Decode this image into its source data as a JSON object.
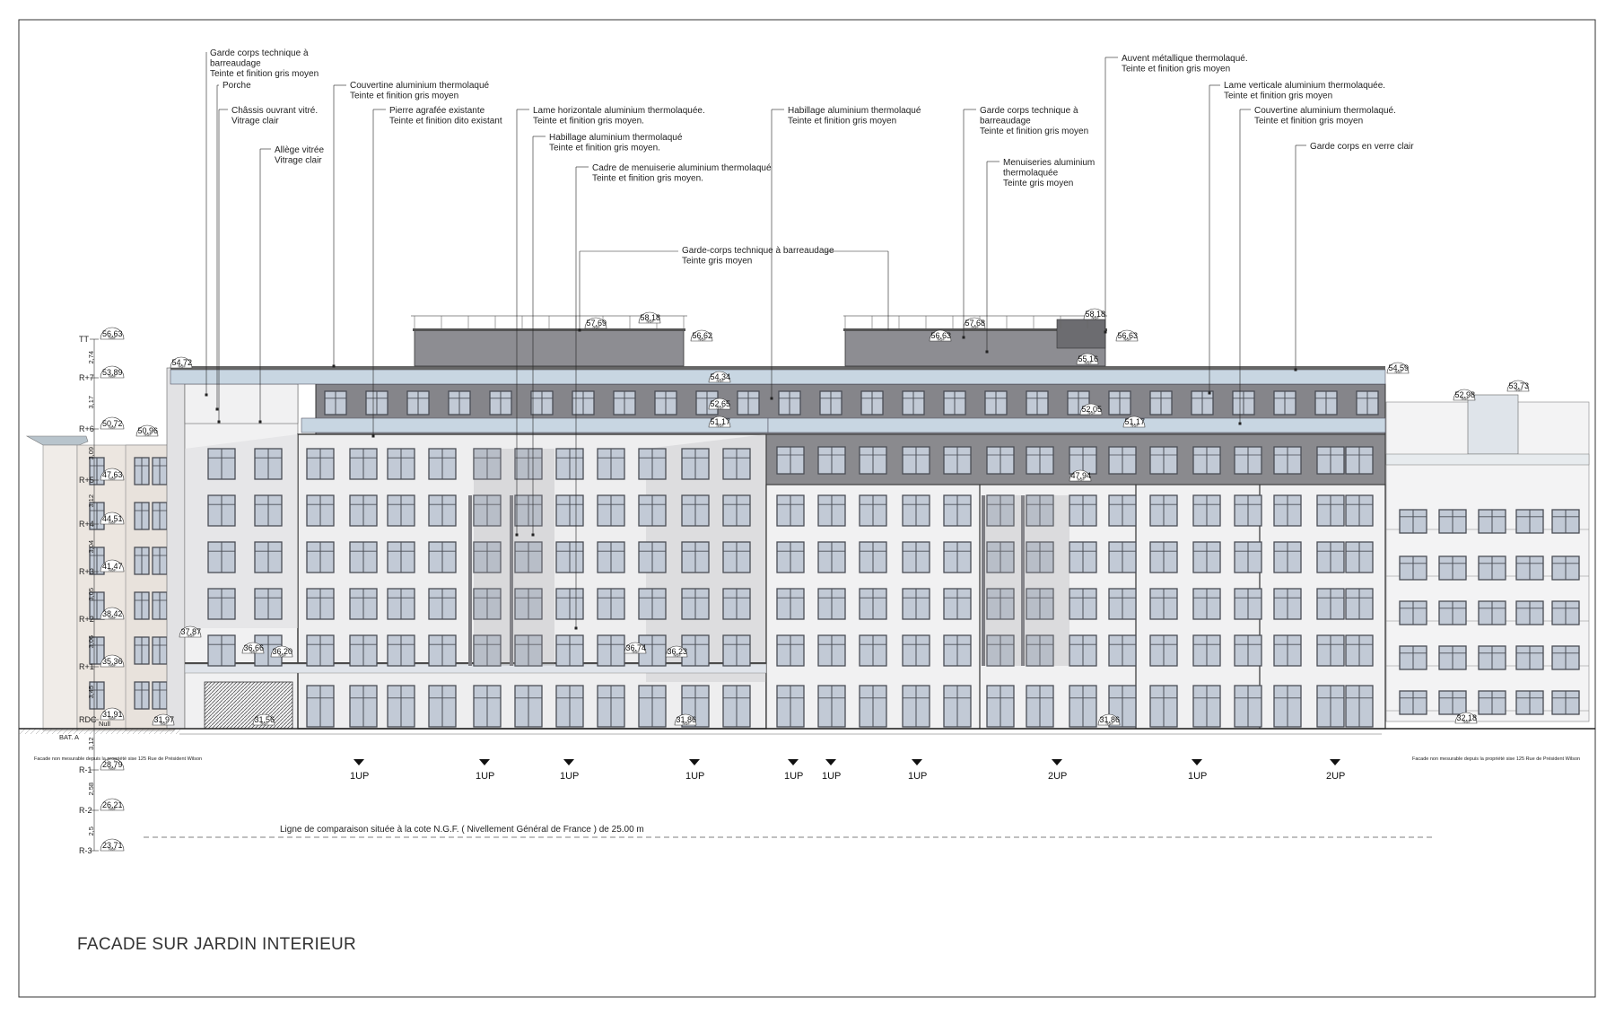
{
  "title": "FACADE SUR JARDIN INTERIEUR",
  "colors": {
    "cladding": "#8a8a8e",
    "cladding_dark": "#6f6f73",
    "window_glass": "#c2cad6",
    "window_frame": "#4a4d55",
    "stone_facade": "#eeeeef",
    "stone_shadow": "#d6d6d8",
    "glass_guard": "#c8d6e2",
    "ground_hatch": "#555555"
  },
  "annotations": [
    {
      "id": "a1",
      "lines": [
        "Garde corps technique à",
        "barreaudage",
        "Teinte et finition gris moyen"
      ]
    },
    {
      "id": "a2",
      "lines": [
        "Porche"
      ]
    },
    {
      "id": "a3",
      "lines": [
        "Châssis ouvrant vitré.",
        "Vitrage clair"
      ]
    },
    {
      "id": "a4",
      "lines": [
        "Allège vitrée",
        "Vitrage clair"
      ]
    },
    {
      "id": "a5",
      "lines": [
        "Couvertine aluminium thermolaqué",
        "Teinte et finition gris moyen"
      ]
    },
    {
      "id": "a6",
      "lines": [
        "Pierre agrafée existante",
        "Teinte et finition dito existant"
      ]
    },
    {
      "id": "a7",
      "lines": [
        "Lame horizontale aluminium thermolaquée.",
        "Teinte et finition gris moyen."
      ]
    },
    {
      "id": "a8",
      "lines": [
        "Habillage aluminium thermolaqué",
        "Teinte et finition gris moyen."
      ]
    },
    {
      "id": "a9",
      "lines": [
        "Cadre de menuiserie aluminium thermolaqué",
        "Teinte et finition gris moyen."
      ]
    },
    {
      "id": "a10",
      "lines": [
        "Garde-corps technique à barreaudage",
        "Teinte gris moyen"
      ]
    },
    {
      "id": "a11",
      "lines": [
        "Habillage aluminium thermolaqué",
        "Teinte et finition gris moyen"
      ]
    },
    {
      "id": "a12",
      "lines": [
        "Garde corps technique à",
        "barreaudage",
        "Teinte et finition gris moyen"
      ]
    },
    {
      "id": "a13",
      "lines": [
        "Menuiseries aluminium",
        "thermolaquée",
        "Teinte gris moyen"
      ]
    },
    {
      "id": "a14",
      "lines": [
        "Auvent métallique thermolaqué.",
        "Teinte et finition gris moyen"
      ]
    },
    {
      "id": "a15",
      "lines": [
        "Lame verticale aluminium thermolaquée.",
        "Teinte et finition gris moyen"
      ]
    },
    {
      "id": "a16",
      "lines": [
        "Couvertine aluminium thermolaqué.",
        "Teinte et finition gris moyen"
      ]
    },
    {
      "id": "a17",
      "lines": [
        "Garde corps en verre clair"
      ]
    }
  ],
  "levels": [
    "TT",
    "R+7",
    "R+6",
    "R+5",
    "R+4",
    "R+3",
    "R+2",
    "R+1",
    "RDC",
    "R-1",
    "R-2",
    "R-3"
  ],
  "level_marks": [
    "56,63",
    "53,89",
    "50,72",
    "47,63",
    "44,51",
    "41,47",
    "38,42",
    "35,36",
    "31,91",
    "28,79",
    "26,21",
    "23,71"
  ],
  "floor_heights": [
    "2,74",
    "3,17",
    "3,09",
    "3,12",
    "3,04",
    "3,05",
    "3,06",
    "3,45",
    "3,12",
    "2,58",
    "2,5"
  ],
  "bat_label": "BAT. A",
  "null_label": "Null",
  "ngf_label": "NGF",
  "elevation_marks": [
    "54,72",
    "50,96",
    "37,87",
    "36,66",
    "36,20",
    "31,97",
    "31,56",
    "57,69",
    "58,18",
    "56,62",
    "54,34",
    "52,65",
    "51,17",
    "36,74",
    "36,23",
    "31,86",
    "56,63",
    "57,68",
    "58,18",
    "56,63",
    "55,16",
    "52,05",
    "51,17",
    "47,94",
    "31,86",
    "54,59",
    "52,98",
    "53,73",
    "32,18"
  ],
  "unit_markers": [
    "1UP",
    "1UP",
    "1UP",
    "1UP",
    "1UP",
    "1UP",
    "1UP",
    "2UP",
    "1UP",
    "2UP"
  ],
  "comparison_line": "Ligne de comparaison située à la cote N.G.F. ( Nivellement Général de France ) de 25.00 m",
  "note_left": "Facade non mesurable depuis la propriété sise 125 Rue de Président Wilson",
  "note_right": "Facade non mesurable depuis la propriété sise 125 Rue de Président Wilson"
}
